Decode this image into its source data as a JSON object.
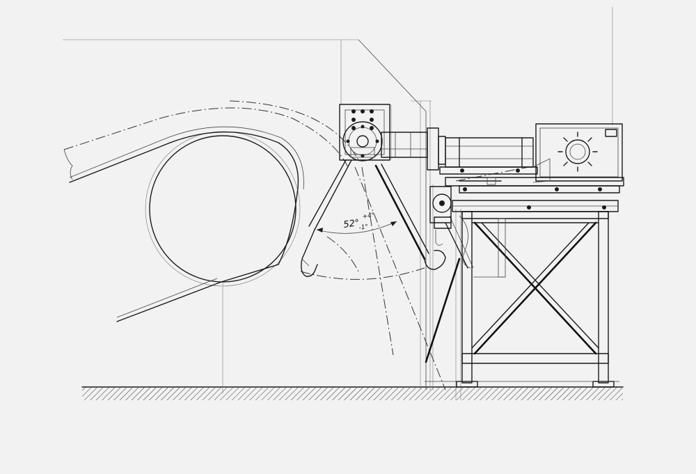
{
  "annotation": {
    "angle_value": "52°",
    "angle_tolerance_upper": "+4°",
    "angle_tolerance_lower": "-1°"
  },
  "colors": {
    "background": "#f2f2f2",
    "ink": "#1a1a1a"
  }
}
